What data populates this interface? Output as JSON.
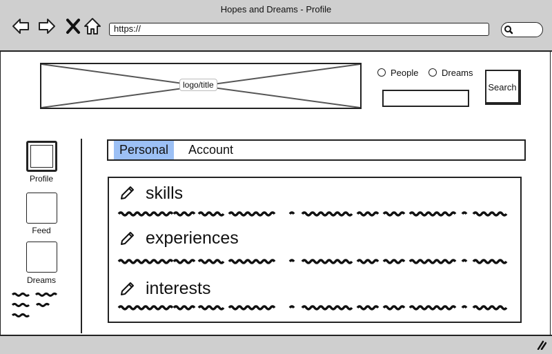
{
  "window": {
    "title": "Hopes and Dreams - Profile"
  },
  "browser": {
    "url": "https://"
  },
  "header": {
    "logo_label": "logo/title",
    "radio_options": [
      "People",
      "Dreams"
    ],
    "search_button": "Search"
  },
  "sidebar": {
    "items": [
      {
        "label": "Profile",
        "selected": true
      },
      {
        "label": "Feed",
        "selected": false
      },
      {
        "label": "Dreams",
        "selected": false
      }
    ]
  },
  "tabs": [
    {
      "label": "Personal",
      "active": true
    },
    {
      "label": "Account",
      "active": false
    }
  ],
  "sections": [
    {
      "title": "skills"
    },
    {
      "title": "experiences"
    },
    {
      "title": "interests"
    }
  ],
  "colors": {
    "chrome": "#cfcfcf",
    "active_tab": "#9cc0f5",
    "ink": "#222222"
  }
}
